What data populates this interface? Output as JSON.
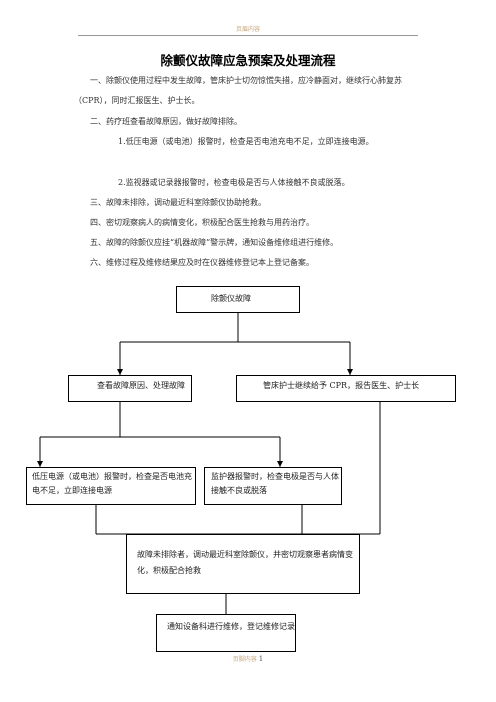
{
  "header": {
    "text": "页眉内容"
  },
  "title": "除颤仪故障应急预案及处理流程",
  "paragraphs": {
    "p1": "一、除颤仪使用过程中发生故障，管床护士切勿惊慌失措，应冷静面对，继续行心肺复苏（CPR），同时汇报医生、护士长。",
    "p2": "二、药疗班查看故障原因，做好故障排除。",
    "p3": "1.低压电源（或电池）报警时，检查是否电池充电不足，立即连接电源。",
    "p4": "2.监视器或记录器报警时，检查电极是否与人体接触不良或脱落。",
    "p5": "三、故障未排除，调动最近科室除颤仪协助抢救。",
    "p6": "四、密切观察病人的病情变化，积极配合医生抢救与用药治疗。",
    "p7": "五、故障的除颤仪应挂“机器故障”警示牌，通知设备维修组进行维修。",
    "p8": "六、维修过程及维修结果应及时在仪器维修登记本上登记备案。"
  },
  "flow": {
    "start": "除颤仪故障",
    "check": "查看故障原因、处理故障",
    "cpr": "管床护士继续给予 CPR，报告医生、护士长",
    "low_power": "低压电源（或电池）报警时，检查是否电池充电不足，立即连接电源",
    "monitor": "监护器报警时，检查电极是否与人体接触不良或脱落",
    "not_fixed": "故障未排除者，调动最近科室除颤仪，并密切观察患者病情变化，积极配合抢救",
    "repair": "通知设备科进行维修，登记维修记录"
  },
  "footer": {
    "text": "页脚内容",
    "page": "1"
  }
}
